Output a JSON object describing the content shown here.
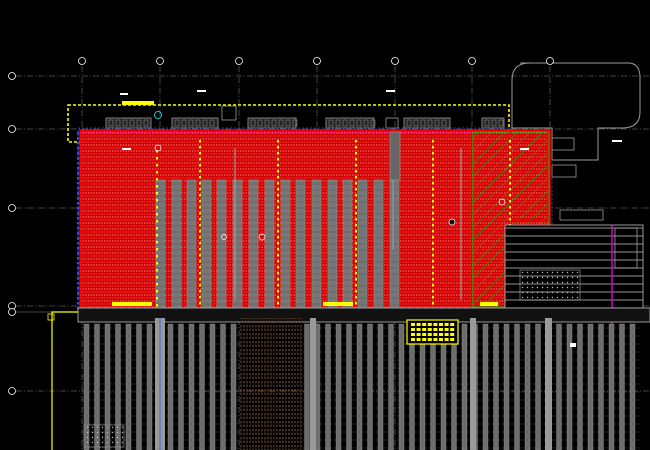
{
  "app": {
    "view": "cad-floor-plan",
    "background": "#000000"
  },
  "colors": {
    "grid": "#8a8a8a",
    "wall": "#9a9a9a",
    "red": "#ff0000",
    "hatch": "#ffffff",
    "yellow": "#ffff00",
    "green": "#00ff00",
    "magenta": "#ff00ff",
    "blue": "#3050ff",
    "cyan": "#00ffff",
    "orange": "#c08040",
    "white": "#ffffff"
  },
  "grid_markers": {
    "columns": 7,
    "rows": 5,
    "icon": "grid-bubble-icon"
  },
  "zones": {
    "cold_room": {
      "color": "red",
      "hatch": "horizontal"
    },
    "green_zone": {
      "color": "green",
      "hatch": "diagonal"
    },
    "loading_block": {
      "color": "yellow"
    }
  }
}
